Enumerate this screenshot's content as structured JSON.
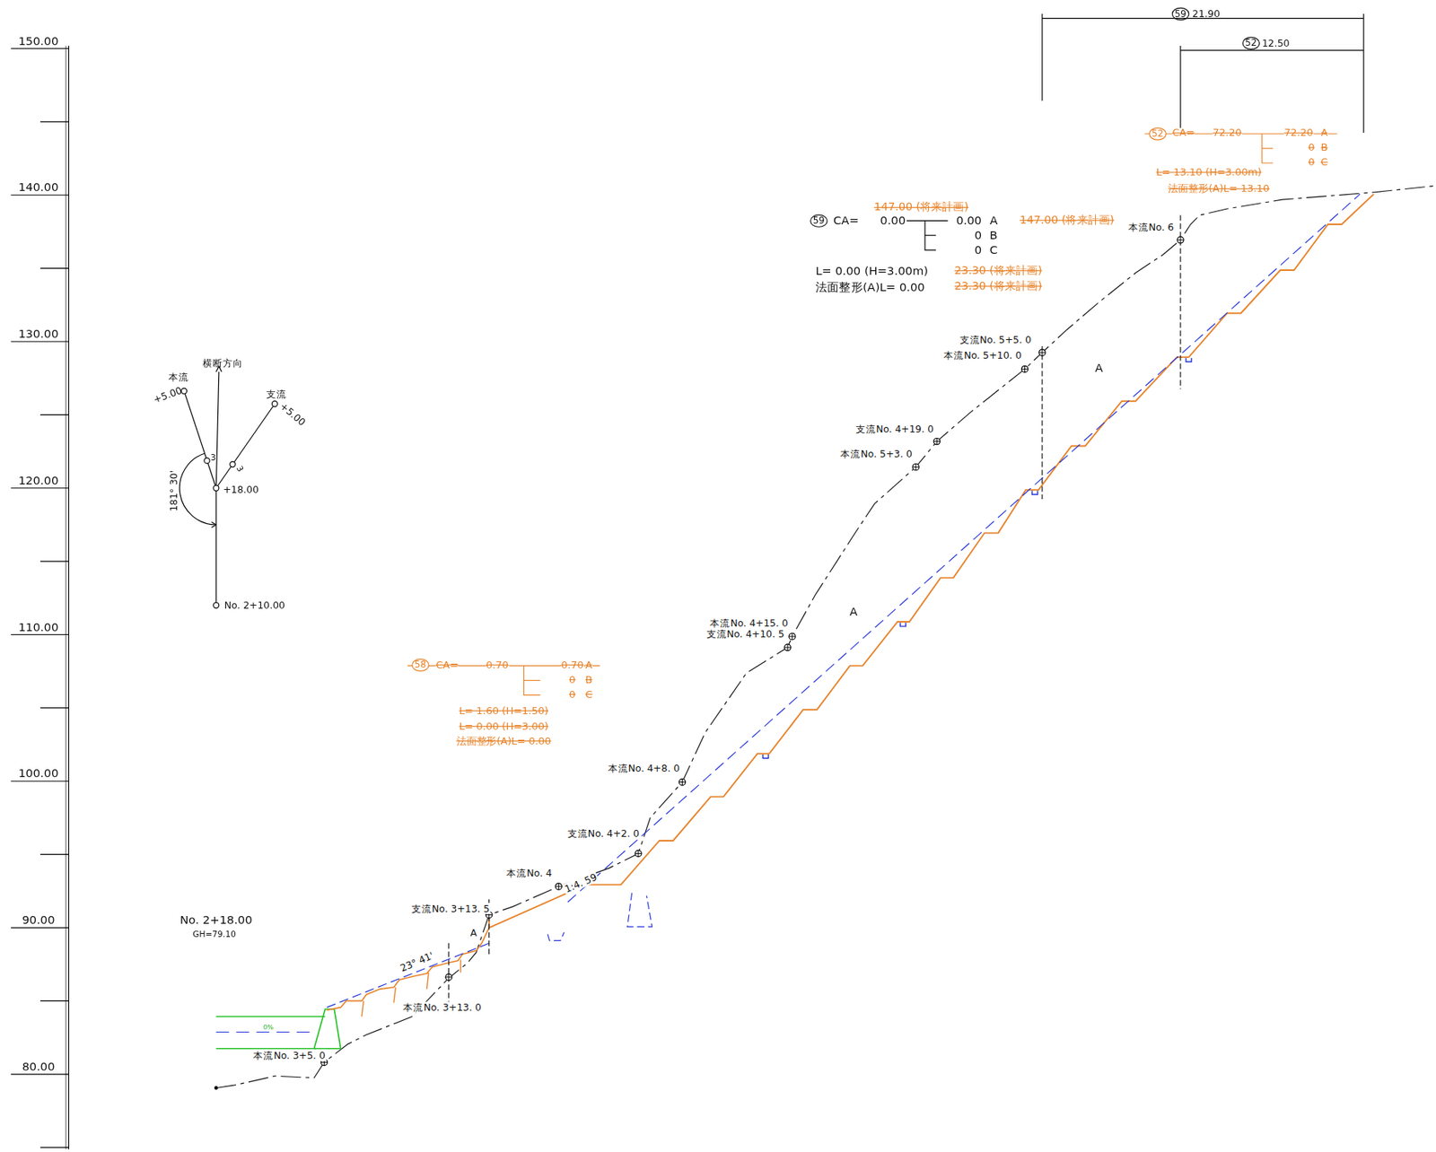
{
  "diagram": {
    "labels": [
      "150.00",
      "140.00",
      "130.00",
      "120.00",
      "110.00",
      "100.00",
      "90.00",
      "80.00",
      "本流",
      "横断方向",
      "支流",
      "+5.00",
      "+5.00",
      "3",
      "3",
      "181° 30'",
      "+18.00",
      "No. 2+10.00",
      "No. 2+18.00",
      "GH=79.10",
      "0%",
      "本流No. 3+5. 0",
      "23° 41'",
      "本流No. 3+13. 0",
      "A",
      "支流No. 3+13. 5",
      "本流No. 4",
      "1:4. 59",
      "支流No. 4+2. 0",
      "本流No. 4+8. 0",
      "本流No. 4+15. 0",
      "支流No. 4+10. 5",
      "A",
      "本流No. 5+3. 0",
      "支流No. 4+19. 0",
      "本流No. 5+10. 0",
      "支流No. 5+5. 0",
      "A",
      "本流No. 6",
      "59",
      "21.90",
      "52",
      "12.50",
      "52",
      "CA=",
      "72.20",
      "72.20",
      "A",
      "0",
      "B",
      "0",
      "C",
      "L= 13.10 (H=3.00m)",
      "法面整形(A)L= 13.10",
      "147.00 (将来計画)",
      "59",
      "CA=",
      "0.00",
      "0.00",
      "A",
      "147.00 (将来計画)",
      "0",
      "B",
      "0",
      "C",
      "L= 0.00 (H=3.00m)",
      "23.30 (将来計画)",
      "法面整形(A)L= 0.00",
      "23.30 (将来計画)",
      "58",
      "CA=",
      "0.70",
      "0.70",
      "A",
      "0",
      "B",
      "0",
      "C",
      "L= 1.60 (H=1.50)",
      "L= 0.00 (H=3.00)",
      "法面整形(A)L= 0.00"
    ]
  }
}
